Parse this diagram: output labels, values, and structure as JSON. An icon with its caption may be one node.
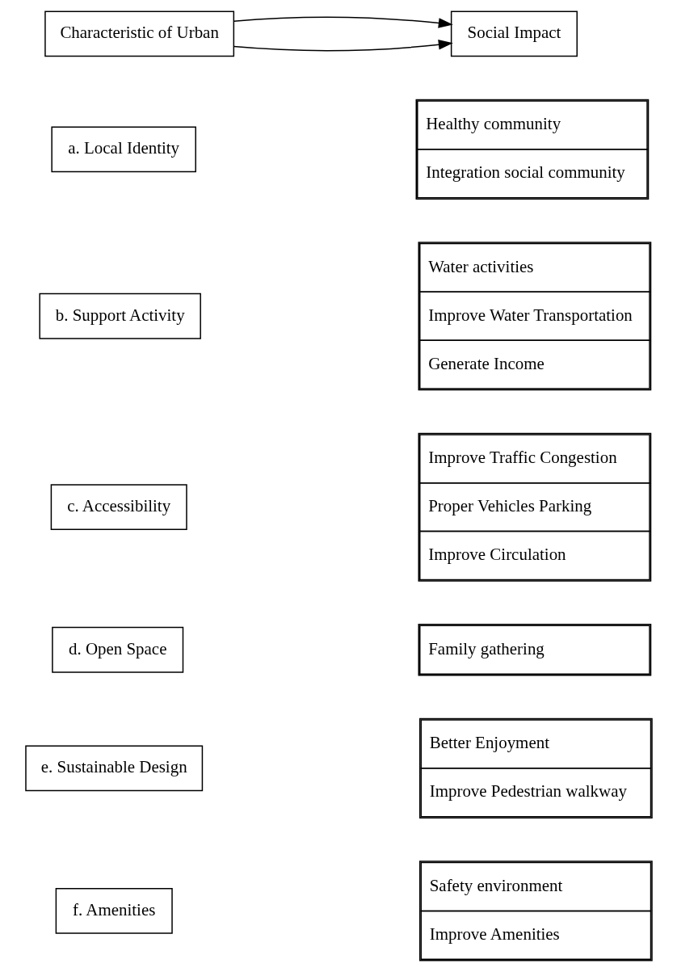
{
  "diagram": {
    "nodes": [
      {
        "text": [
          "Characteristic of Urban"
        ]
      },
      {
        "text": [
          "Social Impact"
        ]
      },
      {
        "text": [
          "a. Local Identity"
        ]
      },
      {
        "text": [
          "Healthy community",
          "Integration social community"
        ]
      },
      {
        "text": [
          "b. Support Activity"
        ]
      },
      {
        "text": [
          "Water activities",
          "Improve Water Transportation",
          "Generate Income"
        ]
      },
      {
        "text": [
          "c. Accessibility"
        ]
      },
      {
        "text": [
          "Improve Traffic Congestion",
          "Proper Vehicles Parking",
          "Improve Circulation"
        ]
      },
      {
        "text": [
          "d. Open Space"
        ]
      },
      {
        "text": [
          "Family gathering"
        ]
      },
      {
        "text": [
          "e. Sustainable Design"
        ]
      },
      {
        "text": [
          "Better Enjoyment",
          "Improve Pedestrian walkway"
        ]
      },
      {
        "text": [
          "f. Amenities"
        ]
      },
      {
        "text": [
          "Safety environment",
          "Improve Amenities"
        ]
      }
    ],
    "edges": [
      {
        "from": 0,
        "to": 1,
        "arrow": "to"
      },
      {
        "from": 0,
        "to": 1,
        "arrow": "to"
      }
    ]
  }
}
